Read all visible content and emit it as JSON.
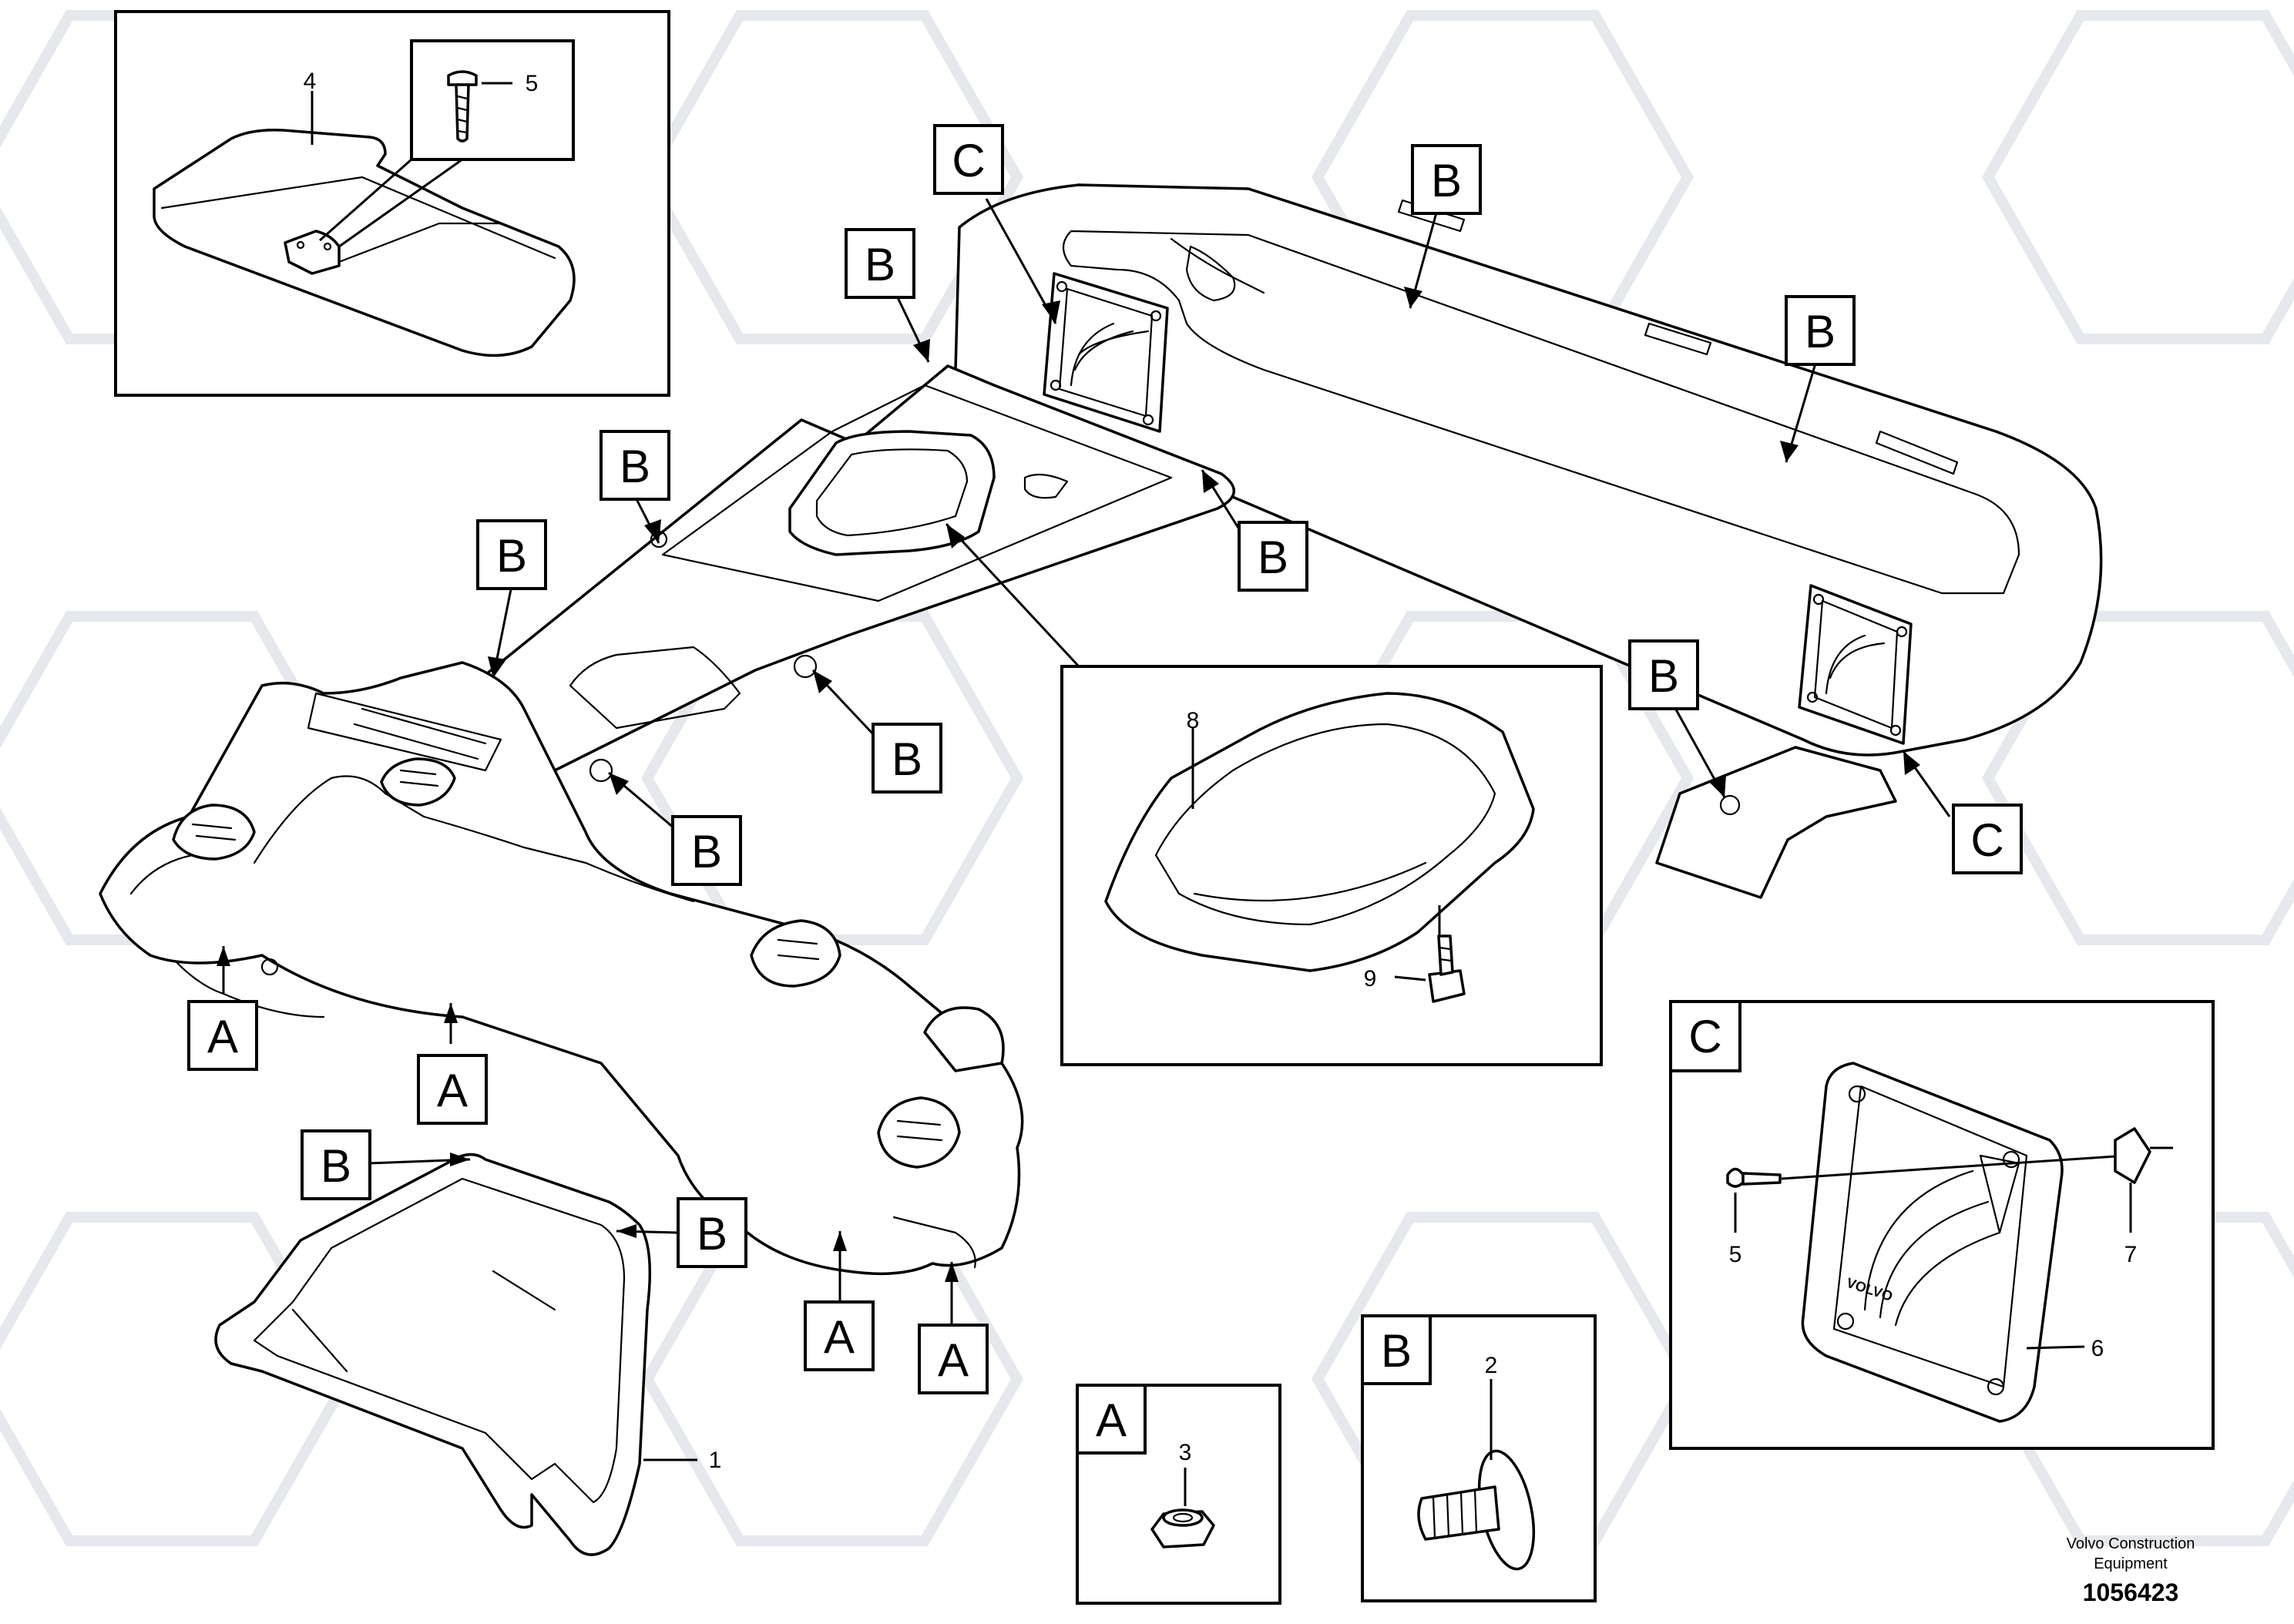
{
  "callouts": {
    "a": "A",
    "b": "B",
    "c": "C"
  },
  "part_numbers": {
    "p1": "1",
    "p2": "2",
    "p3": "3",
    "p4": "4",
    "p5": "5",
    "p6": "6",
    "p7": "7",
    "p8": "8",
    "p9": "9"
  },
  "plate_text": "VOLVO",
  "footer": {
    "company_line1": "Volvo Construction",
    "company_line2": "Equipment",
    "drawing_number": "1056423"
  },
  "colors": {
    "line": "#000000",
    "watermark": "#cfd5dd",
    "background": "#ffffff"
  }
}
